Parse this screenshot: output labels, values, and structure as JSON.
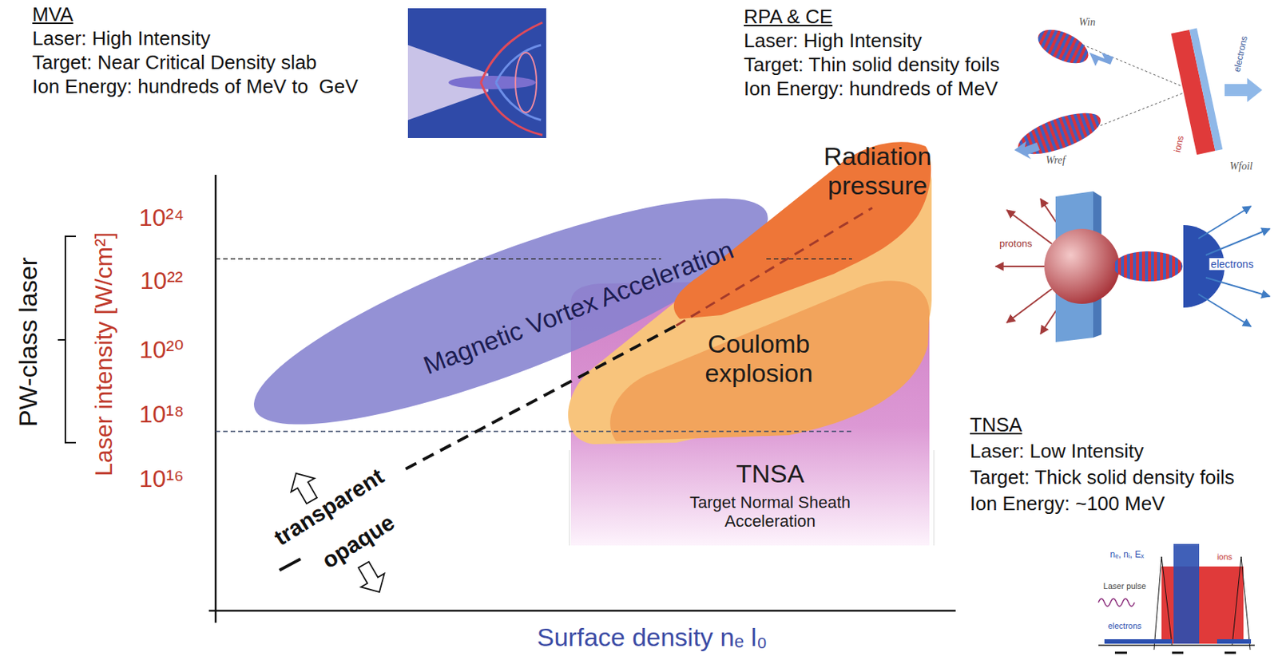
{
  "diagram": {
    "nodes": [
      {
        "text": [
          "Magnetic Vortex Acceleration"
        ]
      },
      {
        "text": [
          "Radiation pressure"
        ]
      },
      {
        "text": [
          "Coulomb explosion"
        ]
      },
      {
        "text": [
          "TNSA",
          "Target Normal Sheath Acceleration"
        ]
      }
    ],
    "labels": [
      "MVA",
      "Laser: High Intensity",
      "Target: Near Critical Density slab",
      "Ion Energy: hundreds of MeV to  GeV",
      "RPA & CE",
      "Laser: High Intensity",
      "Target: Thin solid density foils",
      "Ion Energy: hundreds of MeV",
      "TNSA",
      "Laser: Low Intensity",
      "Target: Thick solid density foils",
      "Ion Energy: ~100 MeV",
      "PW-class laser",
      "Laser intensity [W/cm²]",
      "10²⁴",
      "10²²",
      "10²⁰",
      "10¹⁸",
      "10¹⁶",
      "transparent",
      "opaque",
      "Surface density nₑ l₀",
      "Win",
      "Wref",
      "Wfoil",
      "electrons",
      "ions",
      "protons",
      "electrons",
      "nₑ, nᵢ, Eₓ",
      "Laser pulse",
      "ions",
      "electrons"
    ]
  }
}
